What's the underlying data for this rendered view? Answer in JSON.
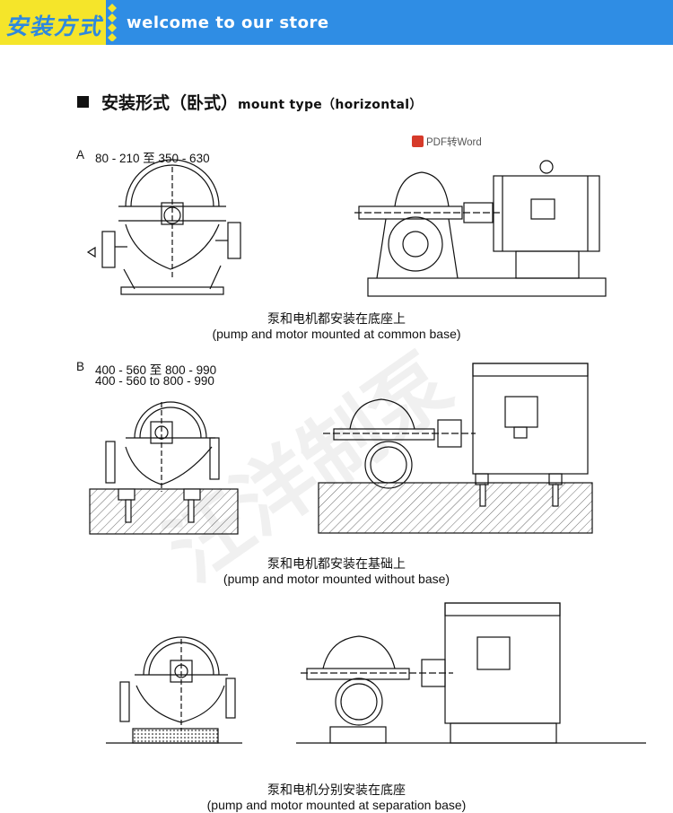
{
  "banner": {
    "tag": "安装方式",
    "welcome": "welcome to our store",
    "colors": {
      "bar": "#2f8de4",
      "tag_bg": "#f5e52a",
      "tag_text": "#2e88de"
    }
  },
  "heading": {
    "cn": "安装形式（卧式）",
    "en": "mount type（horizontal）"
  },
  "badge": "PDF转Word",
  "section_a": {
    "letter": "A",
    "range": "80 - 210 至 350 - 630",
    "caption_cn": "泵和电机都安装在底座上",
    "caption_en": "(pump and motor mounted at common base)"
  },
  "section_b": {
    "letter": "B",
    "range_cn": "400 - 560 至 800 - 990",
    "range_en": "400 - 560 to 800 - 990",
    "caption_cn": "泵和电机都安装在基础上",
    "caption_en": "(pump and motor mounted without base)"
  },
  "section_c": {
    "caption_cn": "泵和电机分别安装在底座",
    "caption_en": "(pump and motor mounted at separation base)"
  }
}
